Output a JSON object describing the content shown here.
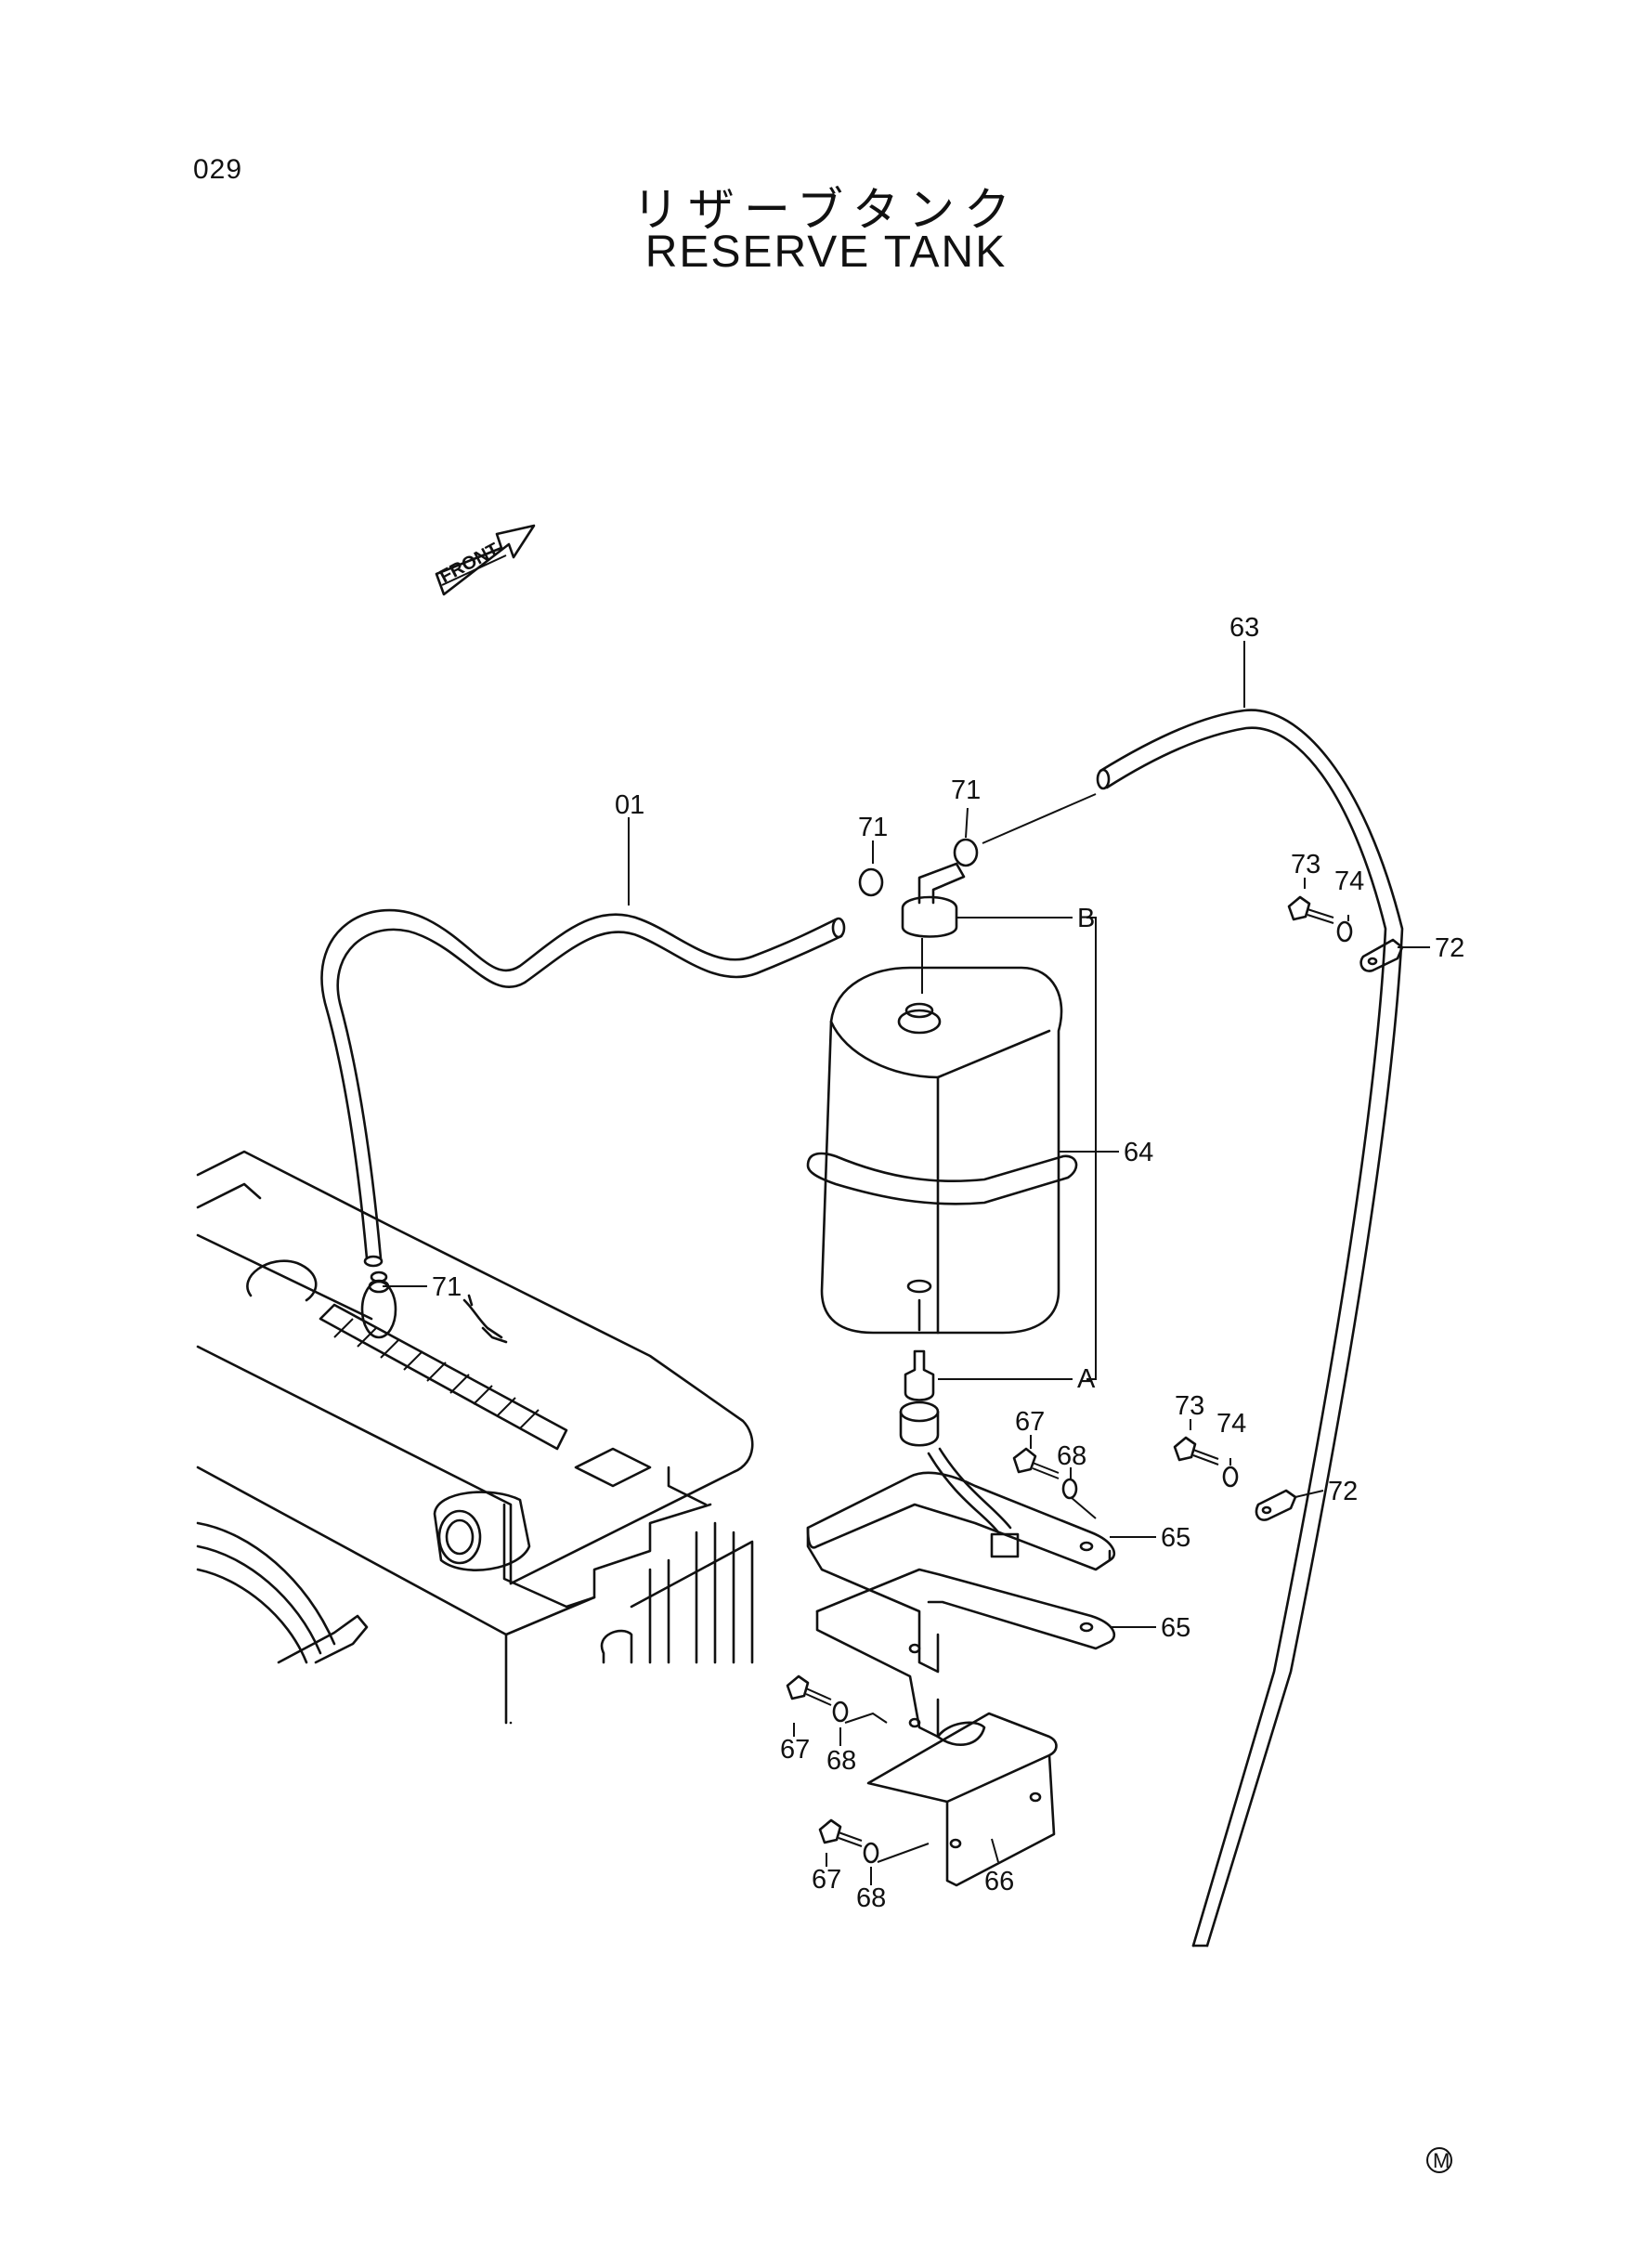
{
  "page": {
    "number": "029",
    "title_jp": "リザーブタンク",
    "title_en": "RESERVE TANK",
    "front_label": "FRONT",
    "mark": "M"
  },
  "callouts": {
    "c01": "01",
    "c63": "63",
    "c64": "64",
    "c65a": "65",
    "c65b": "65",
    "c66": "66",
    "c67a": "67",
    "c67b": "67",
    "c67c": "67",
    "c68a": "68",
    "c68b": "68",
    "c68c": "68",
    "c71a": "71",
    "c71b": "71",
    "c71c": "71",
    "c72a": "72",
    "c72b": "72",
    "c73a": "73",
    "c73b": "73",
    "c74a": "74",
    "c74b": "74",
    "ref_a": "A",
    "ref_b": "B"
  }
}
